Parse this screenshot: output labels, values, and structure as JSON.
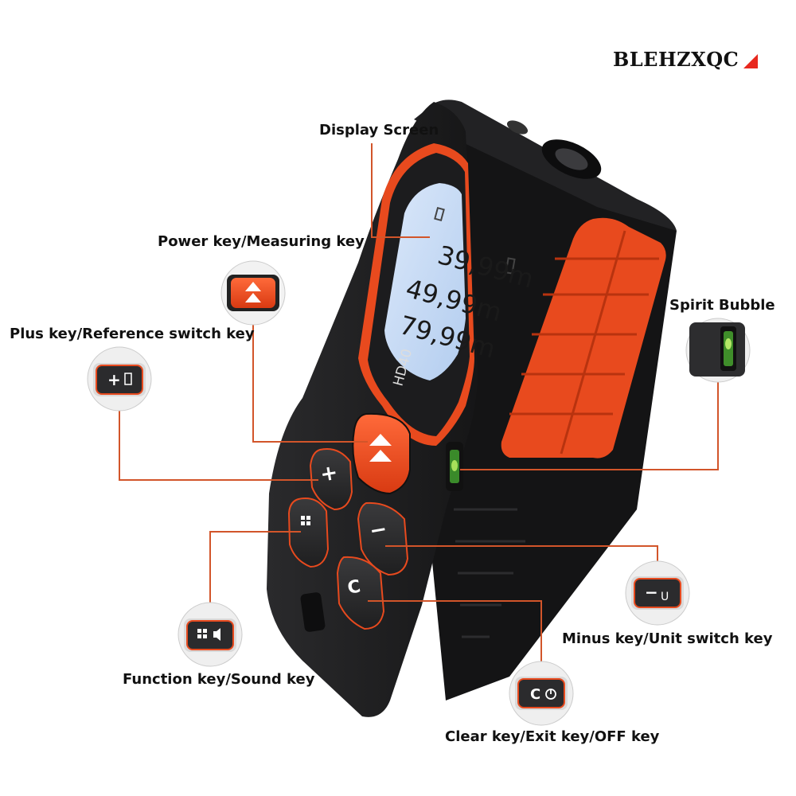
{
  "brand": {
    "name": "BLEHZXQC"
  },
  "device": {
    "model": "HD40",
    "display_readings": [
      "39,99m",
      "49,99m",
      "79,99m"
    ]
  },
  "callouts": {
    "display_screen": "Display Screen",
    "power_key": "Power key/Measuring key",
    "plus_key": "Plus key/Reference switch key",
    "spirit_bubble": "Spirit Bubble",
    "minus_key": "Minus key/Unit switch key",
    "function_key": "Function key/Sound key",
    "clear_key": "Clear key/Exit key/OFF key"
  },
  "key_glyphs": {
    "plus": "+",
    "minus": "−",
    "unit": "U",
    "clear": "C"
  },
  "colors": {
    "accent_orange": "#e84a1e",
    "body_black": "#1c1c1e",
    "lcd_blue": "#c9dcf4",
    "leader_line": "#d2552a",
    "brand_red": "#e8281e"
  },
  "icons": [
    "triangle-logo-icon",
    "power-arrow-icon",
    "plus-reference-icon",
    "function-grid-icon",
    "sound-icon",
    "minus-unit-icon",
    "clear-off-icon",
    "spirit-bubble-icon",
    "battery-icon",
    "reference-icon"
  ]
}
